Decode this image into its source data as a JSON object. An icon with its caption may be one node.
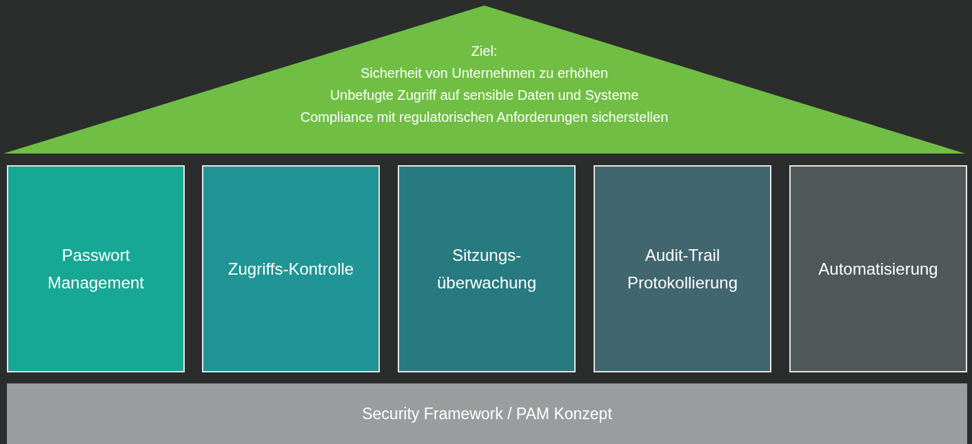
{
  "diagram": {
    "nodes": [
      {
        "text": [
          "Ziel:",
          "Sicherheit von Unternehmen zu erhöhen",
          "Unbefugte Zugriff auf sensible Daten und Systeme",
          "Compliance mit regulatorischen Anforderungen sicherstellen"
        ]
      },
      {
        "text": [
          "Passwort Management"
        ]
      },
      {
        "text": [
          "Zugriffs-Kontrolle"
        ]
      },
      {
        "text": [
          "Sitzungs- überwachung"
        ]
      },
      {
        "text": [
          "Audit-Trail Protokollierung"
        ]
      },
      {
        "text": [
          "Automatisierung"
        ]
      },
      {
        "text": [
          "Security Framework / PAM Konzept"
        ]
      }
    ]
  }
}
